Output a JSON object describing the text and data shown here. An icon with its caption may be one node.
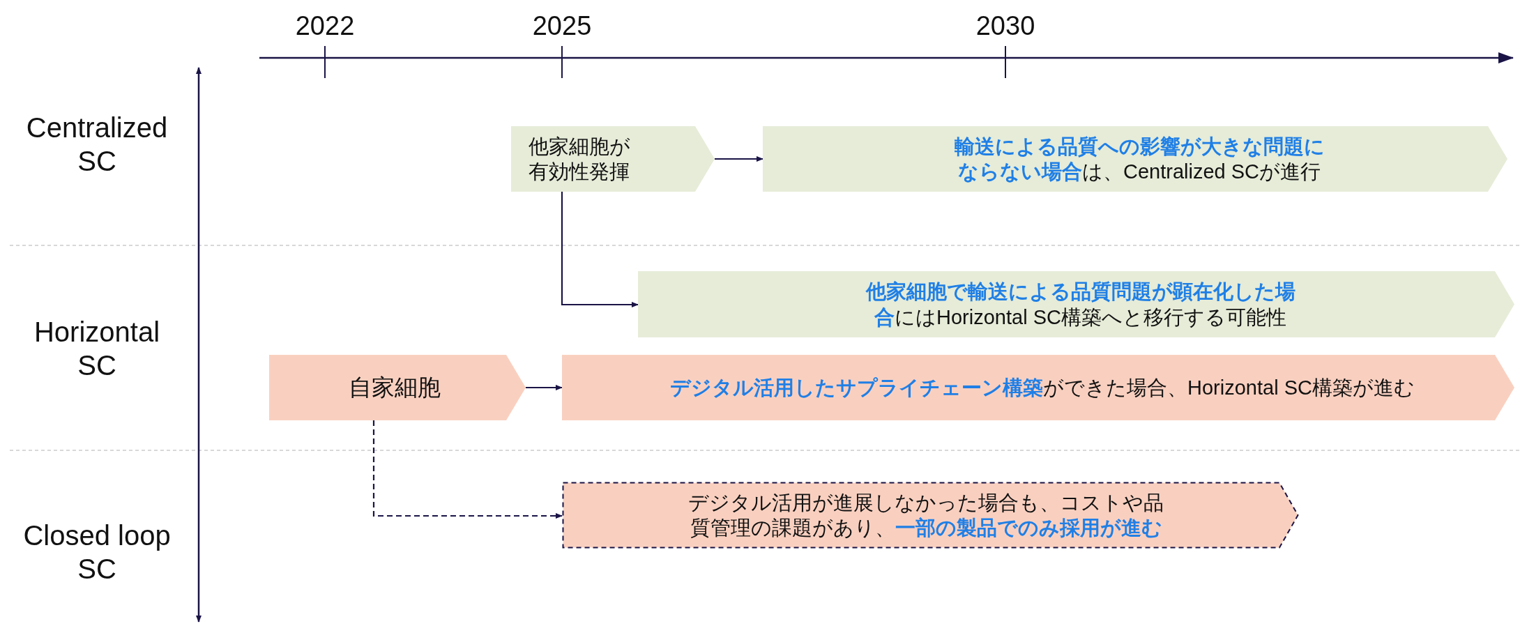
{
  "diagram": {
    "nodes": [
      {
        "text": [
          "他家細胞が有効性発揮"
        ]
      },
      {
        "text": [
          "**輸送による品質への影響が大きな問題にならない場合**は、Centralized SCが進行"
        ]
      },
      {
        "text": [
          "**他家細胞で輸送による品質問題が顕在化した場合**にはHorizontal SC構築へと移行する可能性"
        ]
      },
      {
        "text": [
          "自家細胞"
        ]
      },
      {
        "text": [
          "**デジタル活用したサプライチェーン構築**ができた場合、Horizontal SC構築が進む"
        ]
      },
      {
        "text": [
          "デジタル活用が進展しなかった場合も、コストや品質管理の課題があり、**一部の製品でのみ採用が進む**"
        ]
      }
    ],
    "edges": [
      {
        "from": 0,
        "to": 1,
        "arrow": "to"
      },
      {
        "from": 0,
        "to": 2,
        "arrow": "to"
      },
      {
        "from": 3,
        "to": 4,
        "arrow": "to"
      },
      {
        "from": 3,
        "to": 5,
        "arrow": "to",
        "style": "dashed"
      }
    ],
    "labels": [
      "2022",
      "2025",
      "2030",
      "Centralized SC",
      "Horizontal SC",
      "Closed loop SC"
    ]
  }
}
